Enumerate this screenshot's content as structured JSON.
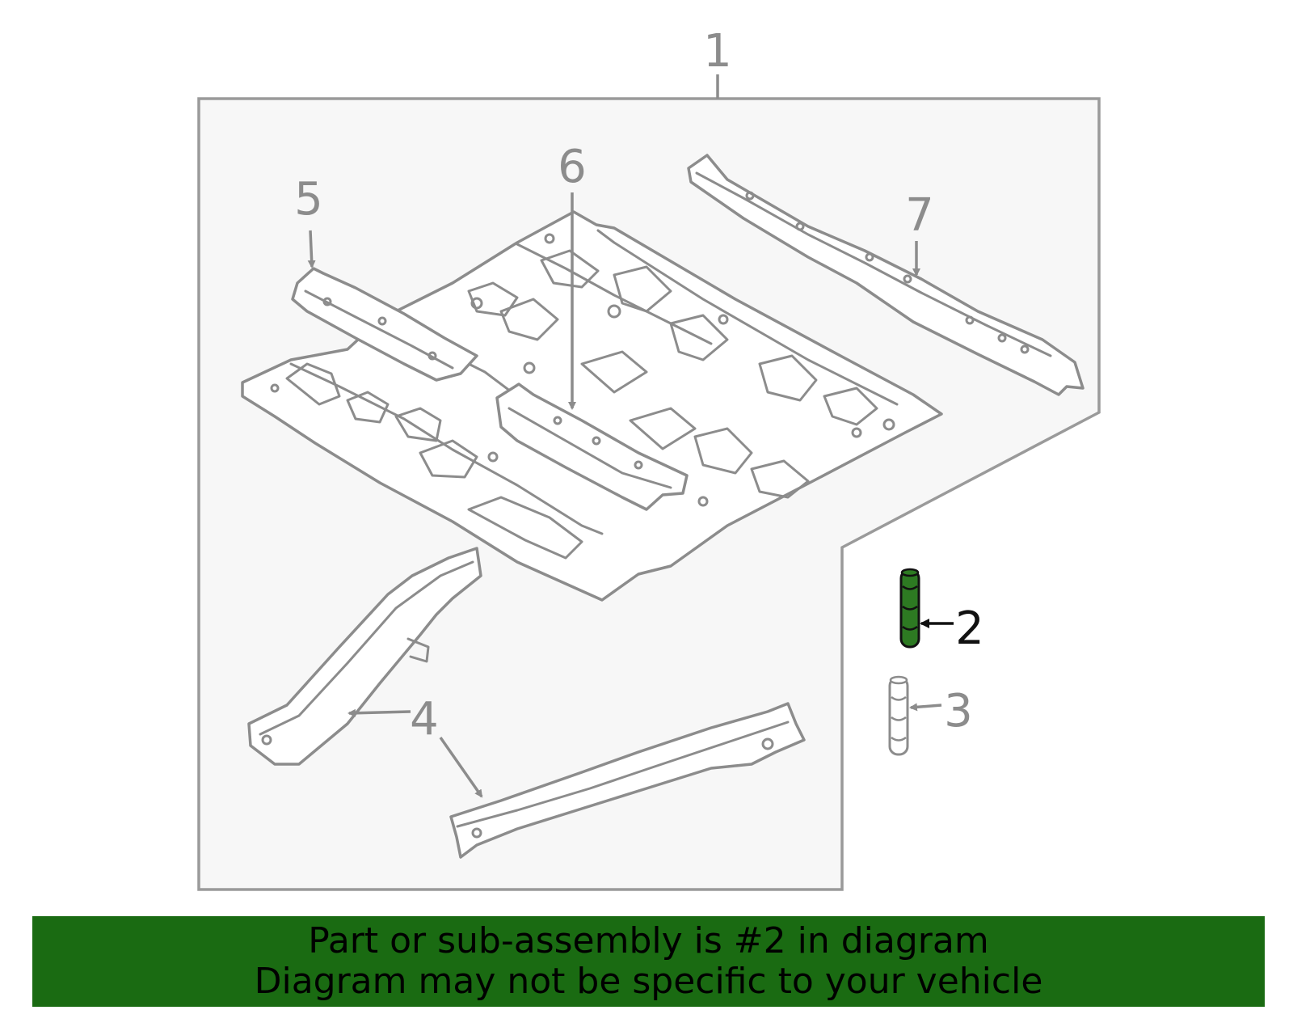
{
  "callouts": {
    "c1": "1",
    "c2": "2",
    "c3": "3",
    "c4": "4",
    "c5": "5",
    "c6": "6",
    "c7": "7"
  },
  "highlighted_part": "2",
  "colors": {
    "line": "#8c8c8c",
    "panel": "#f7f7f7",
    "highlight": "#2d7a22",
    "banner": "#1a6b12"
  },
  "banner": {
    "line1": "Part or sub-assembly is #2 in diagram",
    "line2": "Diagram may not be specific to your vehicle"
  }
}
